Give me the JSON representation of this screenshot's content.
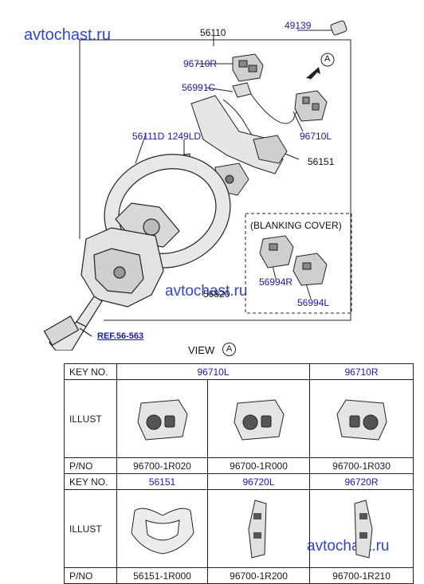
{
  "watermarks": {
    "top": "avtochast.ru",
    "middle": "avtochast.ru",
    "bottom": "avtochast.ru"
  },
  "callouts": {
    "c56110": "56110",
    "c49139": "49139",
    "c96710R": "96710R",
    "c56991C": "56991C",
    "c96710L": "96710L",
    "c56111D": "56111D",
    "c1249LD": "1249LD",
    "c56151": "56151",
    "c56994R": "56994R",
    "c56994L": "56994L",
    "c56820": "56820",
    "view_marker": "A"
  },
  "blanking_cover_label": "(BLANKING COVER)",
  "ref_label": "REF.56-563",
  "view_label": "VIEW",
  "view_letter": "A",
  "table": {
    "row_labels": {
      "key": "KEY NO.",
      "illust": "ILLUST",
      "pno": "P/NO"
    },
    "top": [
      {
        "key": "96710L",
        "pno_a": "96700-1R020",
        "pno_b": "96700-1R000"
      },
      {
        "key": "96710R",
        "pno": "96700-1R030"
      }
    ],
    "bottom": [
      {
        "key": "56151",
        "pno": "56151-1R000"
      },
      {
        "key": "96720L",
        "pno": "96700-1R200"
      },
      {
        "key": "96720R",
        "pno": "96700-1R210"
      }
    ]
  },
  "colors": {
    "line": "#222222",
    "callout_blue": "#1a1aa8",
    "watermark_blue": "#3344cc"
  },
  "icons": [
    "steering-wheel-exploded",
    "switch-module-icon",
    "view-arrow-icon"
  ]
}
